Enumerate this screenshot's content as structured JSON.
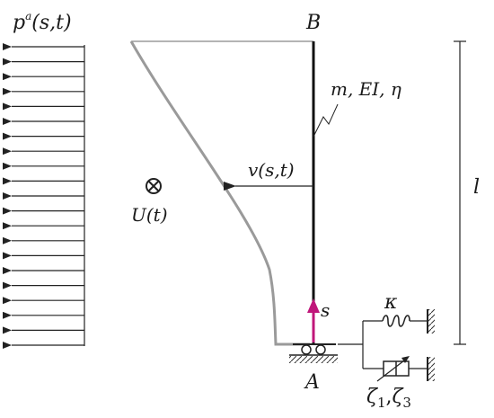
{
  "labels": {
    "load": "p",
    "load_superscript": "a",
    "load_args": "(s,t)",
    "top_node": "B",
    "bottom_node": "A",
    "properties": "m, EI, η",
    "deflection": "v(s,t)",
    "wind_var": "U(t)",
    "length": "l",
    "coordinate": "s",
    "spring_constant": "κ",
    "damper_symbol": "ζ",
    "damper_subscripts": [
      "1",
      "3"
    ]
  },
  "colors": {
    "beam": "#111111",
    "deflected_shape": "#9a9a9a",
    "coordinate_arrow": "#c0167a",
    "lines": "#222222"
  },
  "load_arrow_count": 21
}
